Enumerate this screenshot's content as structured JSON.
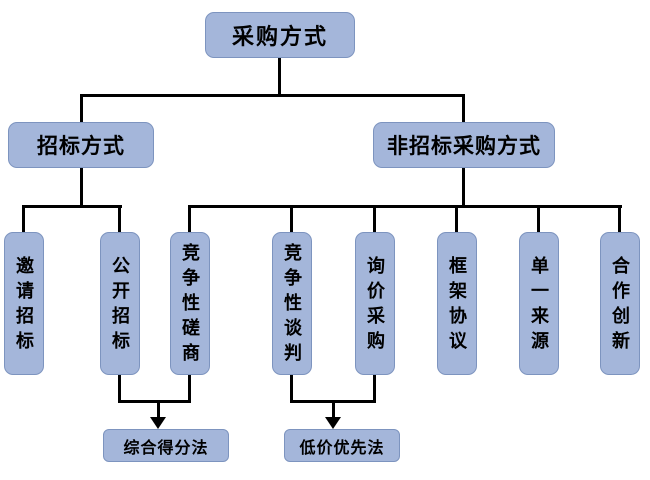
{
  "root": {
    "label": "采购方式"
  },
  "branches": {
    "bidding": {
      "label": "招标方式"
    },
    "non_bidding": {
      "label": "非招标采购方式"
    }
  },
  "leaves": [
    {
      "label": "邀请招标"
    },
    {
      "label": "公开招标"
    },
    {
      "label": "竞争性磋商"
    },
    {
      "label": "竞争性谈判"
    },
    {
      "label": "询价采购"
    },
    {
      "label": "框架协议"
    },
    {
      "label": "单一来源"
    },
    {
      "label": "合作创新"
    }
  ],
  "evaluation_methods": [
    {
      "label": "综合得分法"
    },
    {
      "label": "低价优先法"
    }
  ],
  "colors": {
    "box_fill": "#a4b6da",
    "box_border": "#7d94bf",
    "line": "#000000"
  }
}
